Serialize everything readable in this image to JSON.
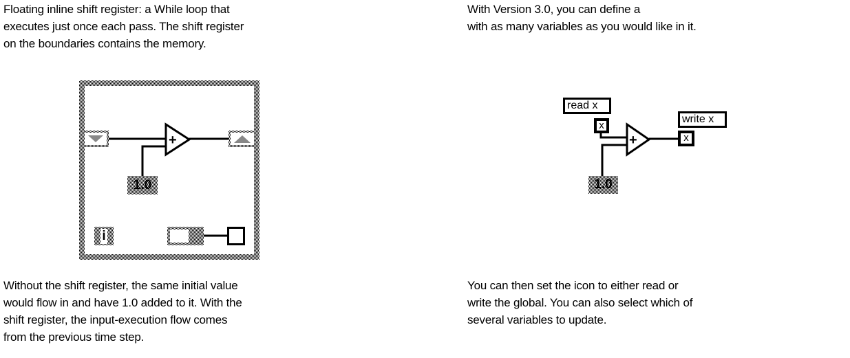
{
  "left_text_top": [
    "Floating inline shift register: a  While loop that",
    "executes just once each pass. The shift register",
    "on the boundaries contains the memory."
  ],
  "left_text_bottom": [
    "Without the shift register, the same initial value",
    "would flow in and have 1.0 added to it. With the",
    "shift register, the input-execution flow comes",
    "from the previous time step."
  ],
  "right_text_top": [
    "With Version 3.0, you can define a",
    "with as many variables as you would like in it."
  ],
  "right_text_bottom": [
    "You can then set the icon to either read or",
    "write the global. You can also select which of",
    "several variables to update."
  ],
  "left_diagram": {
    "constant": "1.0",
    "iteration_terminal": "i",
    "operator": "+"
  },
  "right_diagram": {
    "read_label": "read x",
    "write_label": "write x",
    "read_var": "x",
    "write_var": "x",
    "constant": "1.0",
    "operator": "+"
  }
}
